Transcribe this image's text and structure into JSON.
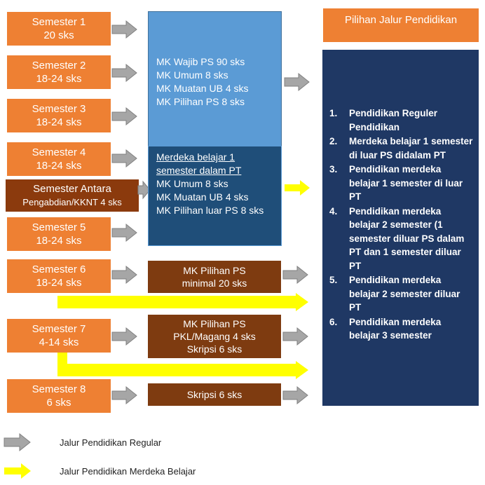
{
  "semesters": [
    {
      "line1": "Semester 1",
      "line2": "20 sks"
    },
    {
      "line1": "Semester 2",
      "line2": "18-24 sks"
    },
    {
      "line1": "Semester 3",
      "line2": "18-24  sks"
    },
    {
      "line1": "Semester 4",
      "line2": "18-24  sks"
    },
    {
      "line1": "Semester Antara",
      "line2": "Pengabdian/KKNT 4 sks"
    },
    {
      "line1": "Semester 5",
      "line2": "18-24  sks"
    },
    {
      "line1": "Semester 6",
      "line2": "18-24  sks"
    },
    {
      "line1": "Semester 7",
      "line2": "4-14 sks"
    },
    {
      "line1": "Semester 8",
      "line2": "6 sks"
    }
  ],
  "blue_box": {
    "lines": [
      "MK Wajib PS 90 sks",
      "MK Umum 8 sks",
      "MK Muatan UB 4 sks",
      "MK Pilihan PS 8 sks"
    ]
  },
  "navy_box": {
    "heading1": "Merdeka belajar 1",
    "heading2": "semester dalam PT",
    "lines": [
      "MK Umum 8 sks",
      "MK Muatan UB 4 sks",
      "MK Pilihan luar PS 8 sks"
    ]
  },
  "brown_boxes": [
    {
      "lines": [
        "MK Pilihan PS",
        "minimal 20 sks"
      ]
    },
    {
      "lines": [
        "MK Pilihan PS",
        "PKL/Magang 4 sks",
        "Skripsi 6 sks"
      ]
    },
    {
      "lines": [
        "Skripsi 6 sks"
      ]
    }
  ],
  "right_header": "Pilihan Jalur Pendidikan",
  "right_list": [
    {
      "num": "1.",
      "text": "Pendidikan Reguler Pendidikan"
    },
    {
      "num": "2.",
      "text": "Merdeka belajar 1 semester di luar PS didalam PT"
    },
    {
      "num": "3.",
      "text": "Pendidikan merdeka belajar 1 semester di luar PT"
    },
    {
      "num": "4.",
      "text": "Pendidikan merdeka belajar 2 semester (1 semester diluar PS dalam PT dan 1 semester diluar PT"
    },
    {
      "num": "5.",
      "text": "Pendidikan merdeka belajar 2 semester diluar PT"
    },
    {
      "num": "6.",
      "text": "Pendidikan merdeka belajar 3 semester"
    }
  ],
  "legend": {
    "regular": "Jalur Pendidikan Regular",
    "merdeka": "Jalur Pendidikan Merdeka Belajar"
  },
  "colors": {
    "semester": "#ee8033",
    "semester_antara": "#8b3a0d",
    "blue_box": "#5b9bd5",
    "navy_box": "#1f4e79",
    "brown_box": "#7e3b10",
    "right_panel": "#1f3864",
    "gray_arrow": "#a6a6a6",
    "yellow_arrow": "#ffff00"
  }
}
